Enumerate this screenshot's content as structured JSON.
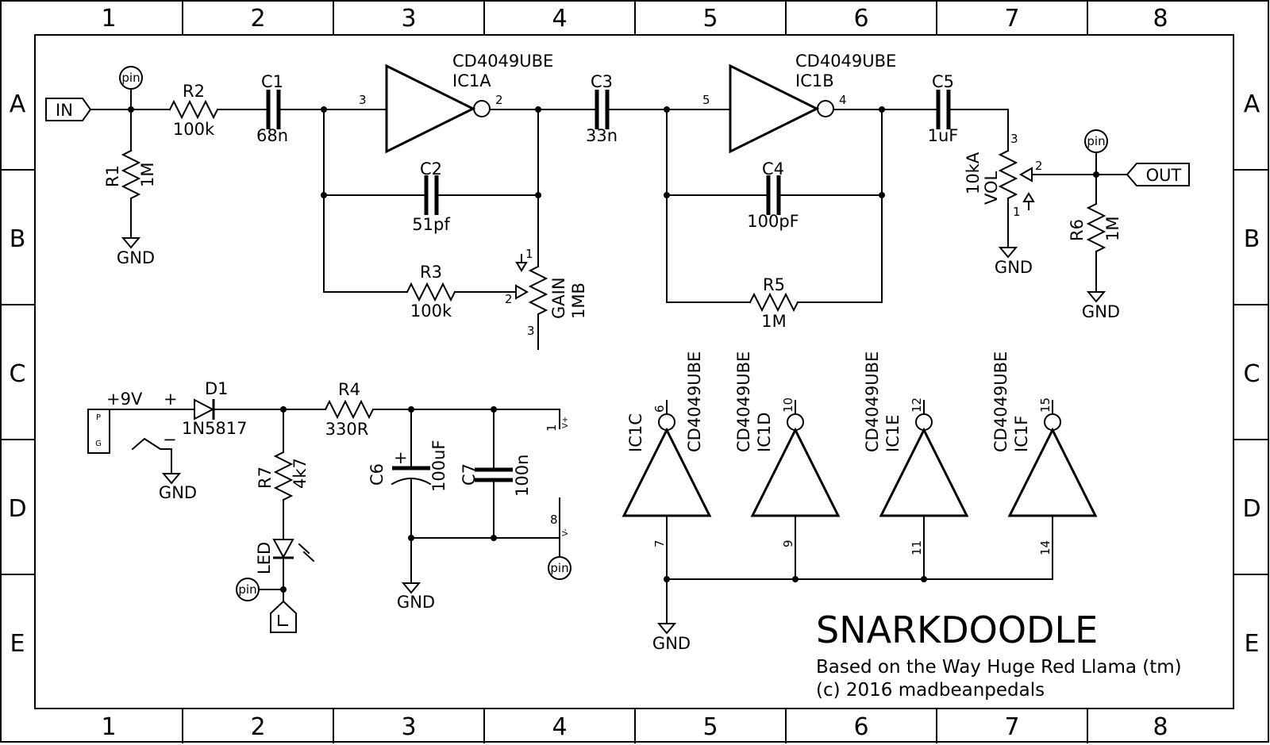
{
  "frame": {
    "columns": [
      "1",
      "2",
      "3",
      "4",
      "5",
      "6",
      "7",
      "8"
    ],
    "rows": [
      "A",
      "B",
      "C",
      "D",
      "E"
    ]
  },
  "title_block": {
    "title": "SNARKDOODLE",
    "based_on": "Based on the Way Huge Red Llama (tm)",
    "copyright": "(c) 2016 madbeanpedals"
  },
  "ports": {
    "in": "IN",
    "out": "OUT",
    "pin": "pin",
    "power_p": "P",
    "power_g": "G"
  },
  "power": {
    "supply": "+9V",
    "plus": "+",
    "minus": "−",
    "gnd": "GND"
  },
  "components": {
    "r1": {
      "ref": "R1",
      "value": "1M"
    },
    "r2": {
      "ref": "R2",
      "value": "100k"
    },
    "r3": {
      "ref": "R3",
      "value": "100k"
    },
    "r4": {
      "ref": "R4",
      "value": "330R"
    },
    "r5": {
      "ref": "R5",
      "value": "1M"
    },
    "r6": {
      "ref": "R6",
      "value": "1M"
    },
    "r7": {
      "ref": "R7",
      "value": "4k7"
    },
    "c1": {
      "ref": "C1",
      "value": "68n"
    },
    "c2": {
      "ref": "C2",
      "value": "51pf"
    },
    "c3": {
      "ref": "C3",
      "value": "33n"
    },
    "c4": {
      "ref": "C4",
      "value": "100pF"
    },
    "c5": {
      "ref": "C5",
      "value": "1uF"
    },
    "c6": {
      "ref": "C6",
      "value": "100uF"
    },
    "c7": {
      "ref": "C7",
      "value": "100n"
    },
    "d1": {
      "ref": "D1",
      "value": "1N5817"
    },
    "led": {
      "ref": "LED"
    },
    "gain": {
      "ref": "GAIN",
      "value": "1MB",
      "pins": [
        "1",
        "2",
        "3"
      ]
    },
    "vol": {
      "ref": "VOL",
      "value": "10kA",
      "pins": [
        "3",
        "2",
        "1"
      ]
    },
    "ic1a": {
      "part": "CD4049UBE",
      "ref": "IC1A",
      "pin_in": "3",
      "pin_out": "2"
    },
    "ic1b": {
      "part": "CD4049UBE",
      "ref": "IC1B",
      "pin_in": "5",
      "pin_out": "4"
    },
    "ic1c": {
      "part": "CD4049UBE",
      "ref": "IC1C",
      "pin_out": "6",
      "pin_in": "7"
    },
    "ic1d": {
      "part": "CD4049UBE",
      "ref": "IC1D",
      "pin_out": "10",
      "pin_in": "9"
    },
    "ic1e": {
      "part": "CD4049UBE",
      "ref": "IC1E",
      "pin_out": "12",
      "pin_in": "11"
    },
    "ic1f": {
      "part": "CD4049UBE",
      "ref": "IC1F",
      "pin_out": "15",
      "pin_in": "14"
    },
    "supply_pins": {
      "vplus_pin": "1",
      "vplus": "V+",
      "vminus_pin": "8",
      "vminus": "V-"
    }
  }
}
